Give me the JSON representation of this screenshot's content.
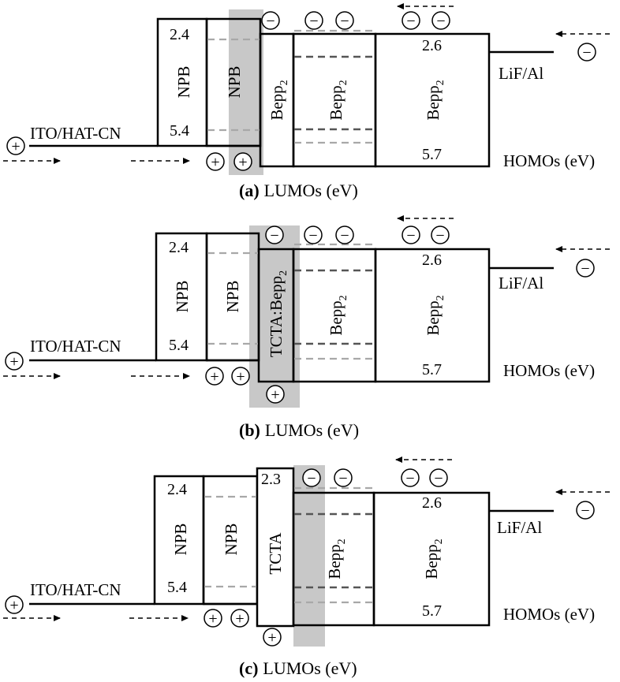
{
  "labels": {
    "ito": "ITO/HAT-CN",
    "lif": "LiF/Al",
    "homos": "HOMOs (eV)",
    "lumos": "LUMOs (eV)",
    "npb": "NPB",
    "bepp": "Bepp",
    "bepp_sub": "2",
    "tcta": "TCTA",
    "tcta_bepp": "TCTA:Bepp",
    "npb_lumo": "2.4",
    "npb_homo": "5.4",
    "bepp_lumo": "2.6",
    "bepp_homo": "5.7",
    "tcta_lumo": "2.3",
    "minus": "−",
    "plus": "+"
  },
  "panels": [
    {
      "tag": "(a)"
    },
    {
      "tag": "(b)"
    },
    {
      "tag": "(c)"
    }
  ],
  "colors": {
    "shade": "#c8c8c8",
    "light_dash": "#a8a8a8",
    "dark_dash": "#555555"
  }
}
